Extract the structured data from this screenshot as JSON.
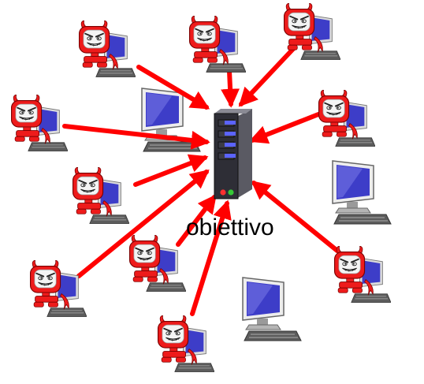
{
  "diagram": {
    "target_label": "obiettivo",
    "colors": {
      "attack_arrow": "#ff0000",
      "devil_red": "#ee1b1b",
      "screen_blue": "#3d3dc8",
      "server_dark": "#2e2e36",
      "server_led_blue": "#5b63ff",
      "server_led_red": "#ff3030",
      "server_led_green": "#35c935"
    },
    "nodes": [
      {
        "id": "attacker-1",
        "kind": "compromised-host",
        "icon": "devil-computer-icon"
      },
      {
        "id": "attacker-2",
        "kind": "compromised-host",
        "icon": "devil-computer-icon"
      },
      {
        "id": "attacker-3",
        "kind": "compromised-host",
        "icon": "devil-computer-icon"
      },
      {
        "id": "attacker-4",
        "kind": "compromised-host",
        "icon": "devil-computer-icon"
      },
      {
        "id": "attacker-5",
        "kind": "compromised-host",
        "icon": "devil-computer-icon"
      },
      {
        "id": "attacker-6",
        "kind": "compromised-host",
        "icon": "devil-computer-icon"
      },
      {
        "id": "attacker-7",
        "kind": "compromised-host",
        "icon": "devil-computer-icon"
      },
      {
        "id": "attacker-8",
        "kind": "compromised-host",
        "icon": "devil-computer-icon"
      },
      {
        "id": "attacker-9",
        "kind": "compromised-host",
        "icon": "devil-computer-icon"
      },
      {
        "id": "attacker-10",
        "kind": "compromised-host",
        "icon": "devil-computer-icon"
      },
      {
        "id": "host-1",
        "kind": "normal-host",
        "icon": "computer-icon"
      },
      {
        "id": "host-2",
        "kind": "normal-host",
        "icon": "computer-icon"
      },
      {
        "id": "host-3",
        "kind": "normal-host",
        "icon": "computer-icon"
      },
      {
        "id": "target",
        "kind": "server",
        "icon": "server-icon"
      }
    ]
  }
}
